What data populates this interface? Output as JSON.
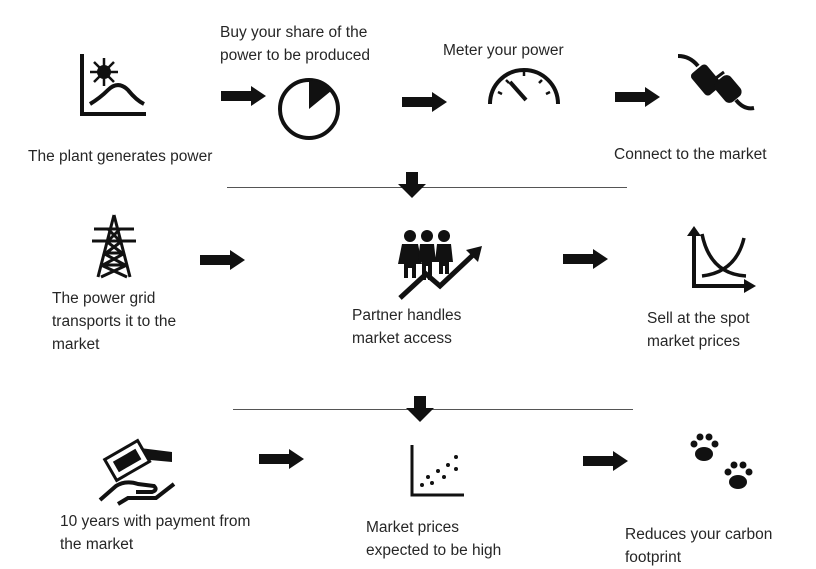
{
  "steps": {
    "plant": {
      "label": "The plant generates power",
      "icon": "solar-production-icon"
    },
    "buy": {
      "lines": [
        "Buy your share of the",
        "power to be produced"
      ],
      "icon": "pie-share-icon"
    },
    "meter": {
      "label": "Meter your power",
      "icon": "gauge-icon"
    },
    "connect": {
      "label": "Connect to the market",
      "icon": "plug-icon"
    },
    "grid": {
      "lines": [
        "The power grid",
        "transports it to the",
        "market"
      ],
      "icon": "power-tower-icon"
    },
    "partner": {
      "lines": [
        "Partner handles",
        "market access"
      ],
      "icon": "people-growth-icon"
    },
    "sell": {
      "lines": [
        "Sell at the spot",
        "market prices"
      ],
      "icon": "supply-demand-chart-icon"
    },
    "payment": {
      "lines": [
        "10 years with payment from",
        "the market"
      ],
      "icon": "money-hand-icon"
    },
    "prices": {
      "lines": [
        "Market prices",
        "expected to be high"
      ],
      "icon": "scatter-chart-icon"
    },
    "carbon": {
      "lines": [
        "Reduces your carbon",
        "footprint"
      ],
      "icon": "paw-prints-icon"
    }
  }
}
